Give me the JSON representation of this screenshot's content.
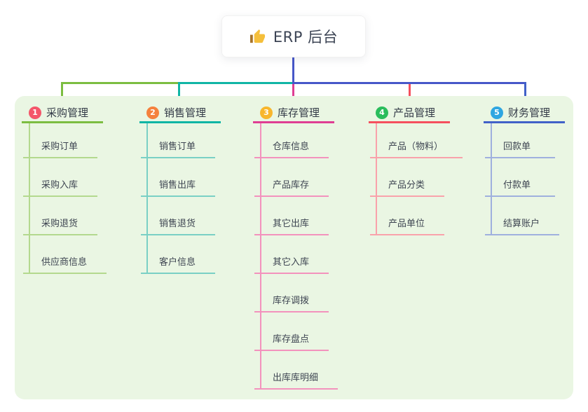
{
  "root": {
    "title": "ERP 后台",
    "icon": "thumbs-up-icon"
  },
  "colors": {
    "canvas_bg": "#ffffff",
    "panel_bg": "#eaf6e3",
    "connector_indigo": "#4757c8",
    "root_text": "#3c4454",
    "child_text": "#3e4552"
  },
  "branches": [
    {
      "index": "1",
      "title": "采购管理",
      "badge_color": "#f4566a",
      "line_color": "#7cbd41",
      "light_color": "#b3d98e",
      "children": [
        "采购订单",
        "采购入库",
        "采购退货",
        "供应商信息"
      ]
    },
    {
      "index": "2",
      "title": "销售管理",
      "badge_color": "#f5813d",
      "line_color": "#10b5a5",
      "light_color": "#7ad0c5",
      "children": [
        "销售订单",
        "销售出库",
        "销售退货",
        "客户信息"
      ]
    },
    {
      "index": "3",
      "title": "库存管理",
      "badge_color": "#f8b62c",
      "line_color": "#df3e93",
      "light_color": "#f392bd",
      "children": [
        "仓库信息",
        "产品库存",
        "其它出库",
        "其它入库",
        "库存调拨",
        "库存盘点",
        "出库库明细"
      ]
    },
    {
      "index": "4",
      "title": "产品管理",
      "badge_color": "#2abd5c",
      "line_color": "#f5505e",
      "light_color": "#f9a2ab",
      "children": [
        "产品（物料）",
        "产品分类",
        "产品单位"
      ]
    },
    {
      "index": "5",
      "title": "财务管理",
      "badge_color": "#2fa6e1",
      "line_color": "#4161c8",
      "light_color": "#9fb0de",
      "children": [
        "回款单",
        "付款单",
        "结算账户"
      ]
    }
  ]
}
